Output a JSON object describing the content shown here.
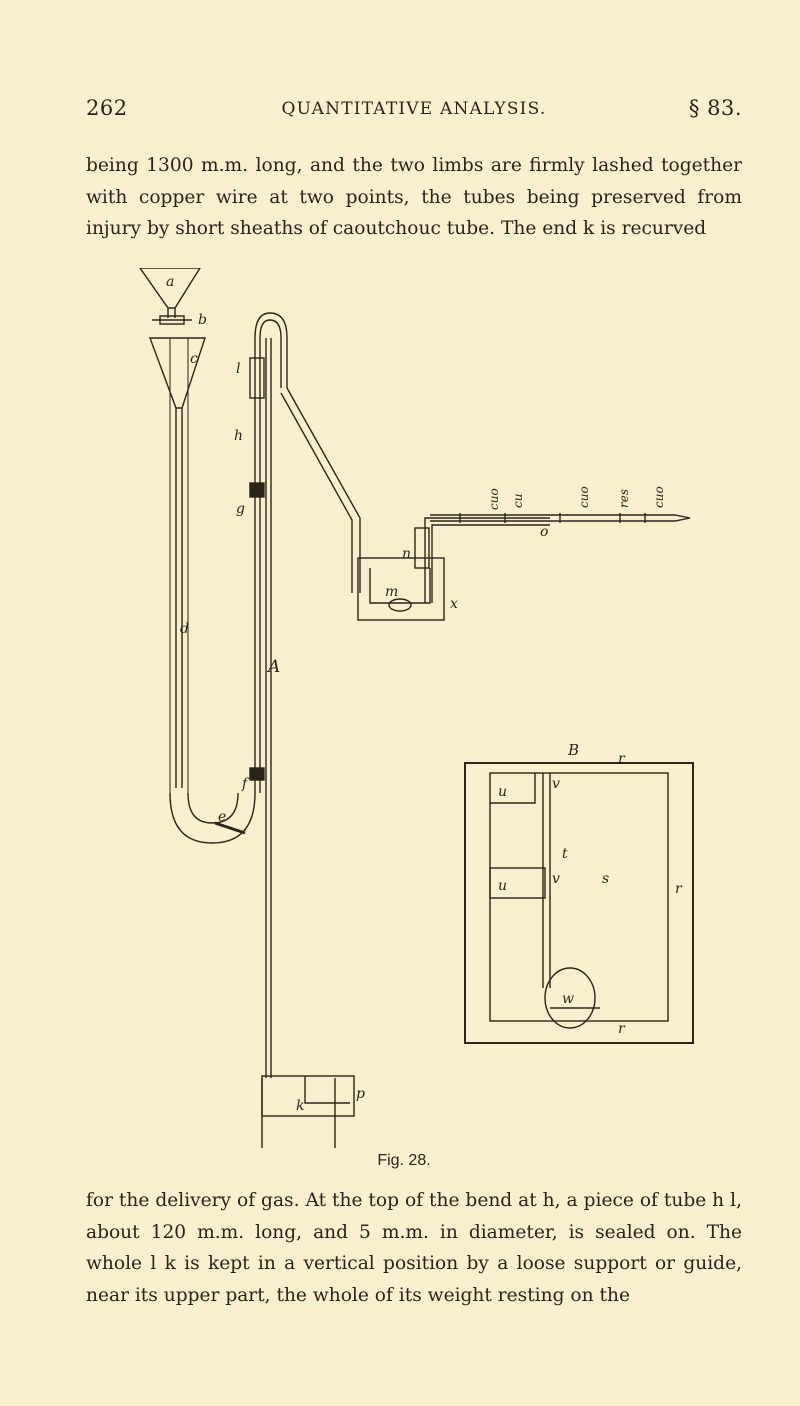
{
  "header": {
    "page_number": "262",
    "running_title": "QUANTITATIVE ANALYSIS.",
    "section": "§ 83."
  },
  "paragraph_top": "being 1300 m.m. long, and the two limbs are firmly lashed together with copper wire at two points, the tubes being preserved from injury by short sheaths of caoutchouc tube. The end k is recurved",
  "figure": {
    "caption": "Fig. 28.",
    "labels": {
      "a": "a",
      "b": "b",
      "c": "c",
      "d": "d",
      "l": "l",
      "h": "h",
      "g": "g",
      "f": "f",
      "e": "e",
      "k": "k",
      "p": "p",
      "A": "A",
      "B": "B",
      "m": "m",
      "n": "n",
      "x": "x",
      "o": "o",
      "cuo1": "cuo",
      "cu": "cu",
      "cuo2": "cuo",
      "res": "res",
      "cuo3": "cuo",
      "u1": "u",
      "u2": "u",
      "v1": "v",
      "v2": "v",
      "t": "t",
      "s": "s",
      "r_top": "r",
      "r_right": "r",
      "r_bottom": "r",
      "w": "w"
    }
  },
  "paragraph_bottom": "for the delivery of gas. At the top of the bend at h, a piece of tube h l, about 120 m.m. long, and 5 m.m. in diameter, is sealed on. The whole l k is kept in a vertical position by a loose support or guide, near its upper part, the whole of its weight resting on the"
}
